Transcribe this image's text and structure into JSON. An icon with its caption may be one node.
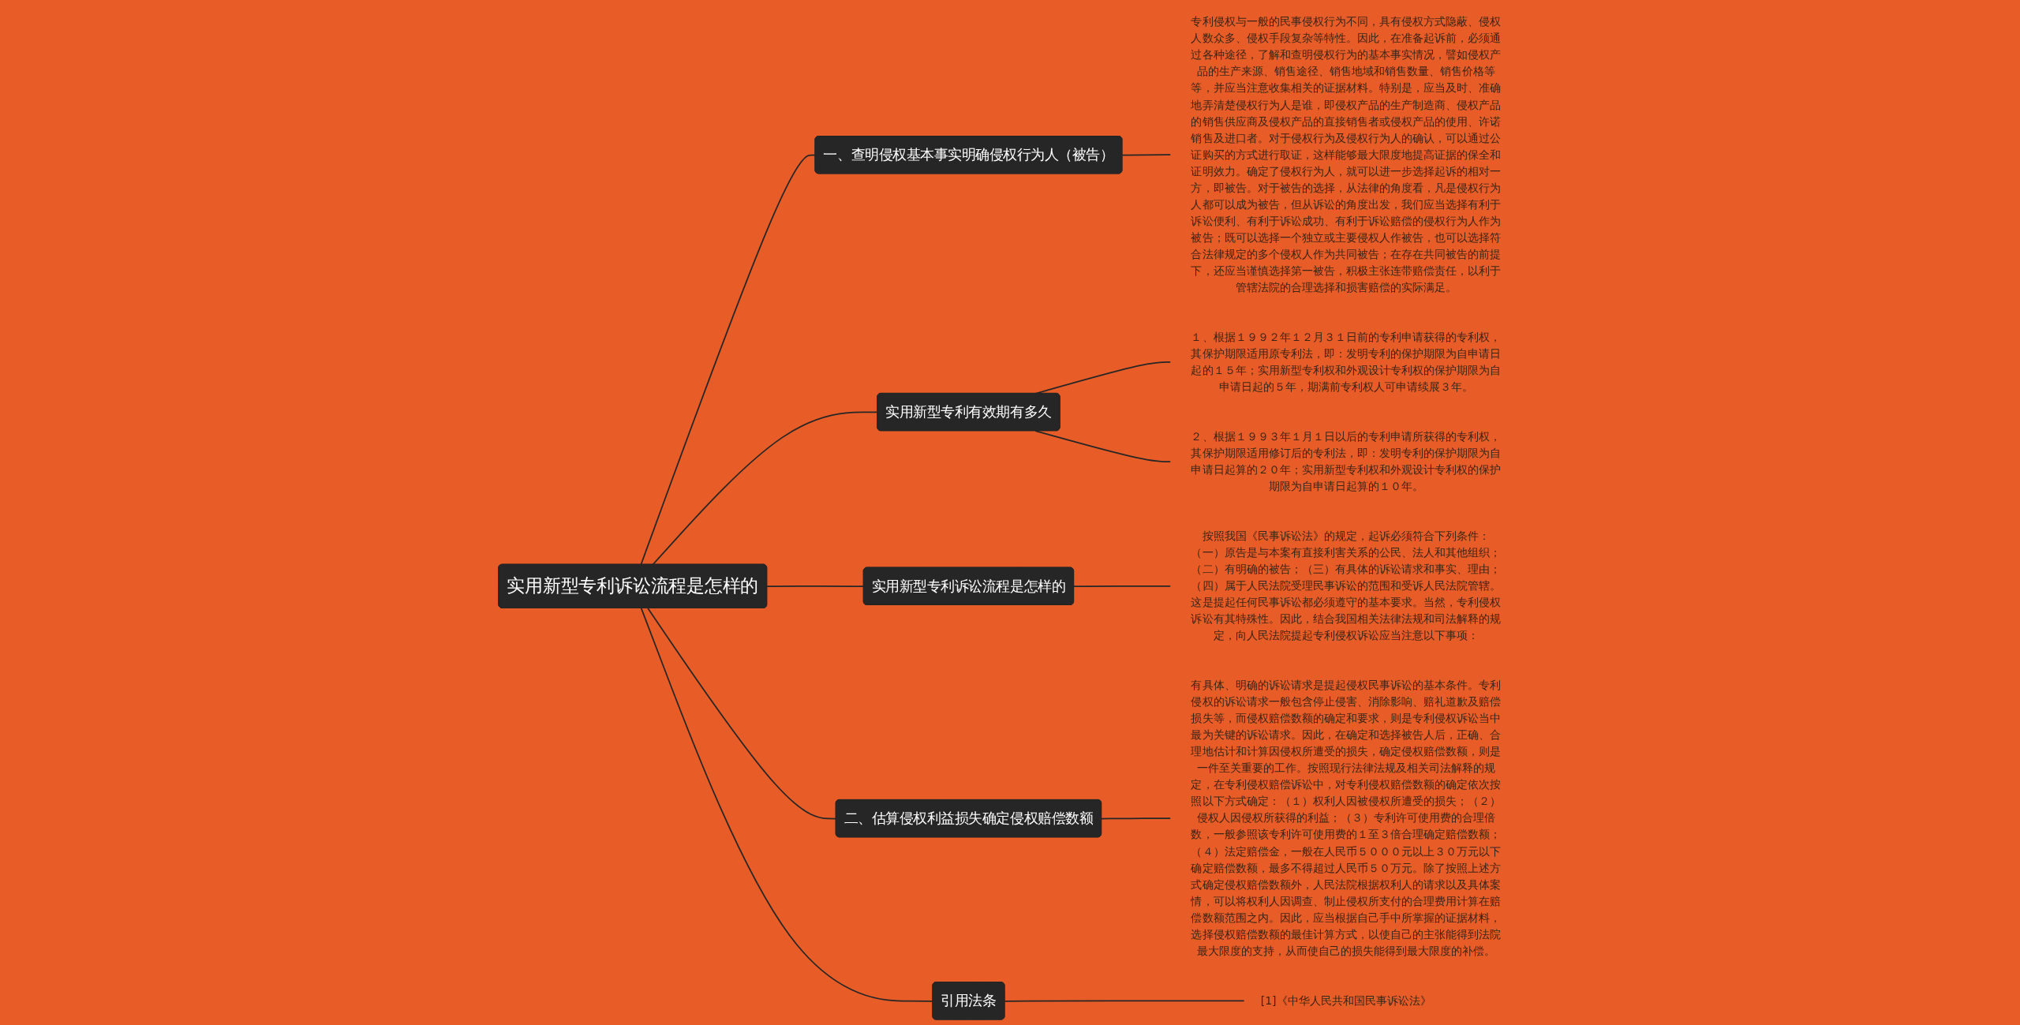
{
  "diagram": {
    "nodes": [
      {
        "text": [
          "实用新型专利诉讼流程是怎样的"
        ]
      },
      {
        "text": [
          "一、查明侵权基本事实明确侵权行为人（被告）"
        ]
      },
      {
        "text": [
          "专利侵权与一般的民事侵权行为不同，具有侵权方式隐蔽、侵权人数众多、侵权手段复杂等特性。因此，在准备起诉前，必须通过各种途径，了解和查明侵权行为的基本事实情况，譬如侵权产品的生产来源、销售途径、销售地域和销售数量、销售价格等等，并应当注意收集相关的证据材料。特别是，应当及时、准确地弄清楚侵权行为人是谁，即侵权产品的生产制造商、侵权产品的销售供应商及侵权产品的直接销售者或侵权产品的使用、许诺销售及进口者。对于侵权行为及侵权行为人的确认，可以通过公证购买的方式进行取证，这样能够最大限度地提高证据的保全和证明效力。确定了侵权行为人，就可以进一步选择起诉的相对一方，即被告。对于被告的选择，从法律的角度看，凡是侵权行为人都可以成为被告，但从诉讼的角度出发，我们应当选择有利于诉讼便利、有利于诉讼成功、有利于诉讼赔偿的侵权行为人作为被告；既可以选择一个独立或主要侵权人作被告，也可以选择符合法律规定的多个侵权人作为共同被告；在存在共同被告的前提下，还应当谨慎选择第一被告，积极主张连带赔偿责任，以利于管辖法院的合理选择和损害赔偿的实际满足。"
        ]
      },
      {
        "text": [
          "实用新型专利有效期有多久"
        ]
      },
      {
        "text": [
          "１、根据１９９２年１２月３１日前的专利申请获得的专利权，其保护期限适用原专利法，即：发明专利的保护期限为自申请日起的１５年；实用新型专利权和外观设计专利权的保护期限为自申请日起的５年，期满前专利权人可申请续展３年。"
        ]
      },
      {
        "text": [
          "２、根据１９９３年１月１日以后的专利申请所获得的专利权，其保护期限适用修订后的专利法，即：发明专利的保护期限为自申请日起算的２０年；实用新型专利权和外观设计专利权的保护期限为自申请日起算的１０年。"
        ]
      },
      {
        "text": [
          "实用新型专利诉讼流程是怎样的"
        ]
      },
      {
        "text": [
          "按照我国《民事诉讼法》的规定，起诉必须符合下列条件：（一）原告是与本案有直接利害关系的公民、法人和其他组织；（二）有明确的被告；（三）有具体的诉讼请求和事实、理由；（四）属于人民法院受理民事诉讼的范围和受诉人民法院管辖。这是提起任何民事诉讼都必须遵守的基本要求。当然，专利侵权诉讼有其特殊性。因此，结合我国相关法律法规和司法解释的规定，向人民法院提起专利侵权诉讼应当注意以下事项："
        ]
      },
      {
        "text": [
          "二、估算侵权利益损失确定侵权赔偿数额"
        ]
      },
      {
        "text": [
          "有具体、明确的诉讼请求是提起侵权民事诉讼的基本条件。专利侵权的诉讼请求一般包含停止侵害、消除影响、赔礼道歉及赔偿损失等，而侵权赔偿数额的确定和要求，则是专利侵权诉讼当中最为关键的诉讼请求。因此，在确定和选择被告人后，正确、合理地估计和计算因侵权所遭受的损失，确定侵权赔偿数额，则是一件至关重要的工作。按照现行法律法规及相关司法解释的规定，在专利侵权赔偿诉讼中，对专利侵权赔偿数额的确定依次按照以下方式确定：（１）权利人因被侵权所遭受的损失；（２）侵权人因侵权所获得的利益；（３）专利许可使用费的合理倍数，一般参照该专利许可使用费的１至３倍合理确定赔偿数额；（４）法定赔偿金，一般在人民币５０００元以上３０万元以下确定赔偿数额，最多不得超过人民币５０万元。除了按照上述方式确定侵权赔偿数额外，人民法院根据权利人的请求以及具体案情，可以将权利人因调查、制止侵权所支付的合理费用计算在赔偿数额范围之内。因此，应当根据自己手中所掌握的证据材料，选择侵权赔偿数额的最佳计算方式，以使自己的主张能得到法院最大限度的支持，从而使自己的损失能得到最大限度的补偿。"
        ]
      },
      {
        "text": [
          "引用法条"
        ]
      },
      {
        "text": [
          "[1]《中华人民共和国民事诉讼法》"
        ]
      }
    ],
    "edges": [
      {
        "from": 0,
        "to": 1,
        "arrow": "none"
      },
      {
        "from": 1,
        "to": 2,
        "arrow": "none"
      },
      {
        "from": 0,
        "to": 3,
        "arrow": "none"
      },
      {
        "from": 3,
        "to": 4,
        "arrow": "none"
      },
      {
        "from": 3,
        "to": 5,
        "arrow": "none"
      },
      {
        "from": 0,
        "to": 6,
        "arrow": "none"
      },
      {
        "from": 6,
        "to": 7,
        "arrow": "none"
      },
      {
        "from": 0,
        "to": 8,
        "arrow": "none"
      },
      {
        "from": 8,
        "to": 9,
        "arrow": "none"
      },
      {
        "from": 0,
        "to": 10,
        "arrow": "none"
      },
      {
        "from": 10,
        "to": 11,
        "arrow": "none"
      }
    ]
  }
}
